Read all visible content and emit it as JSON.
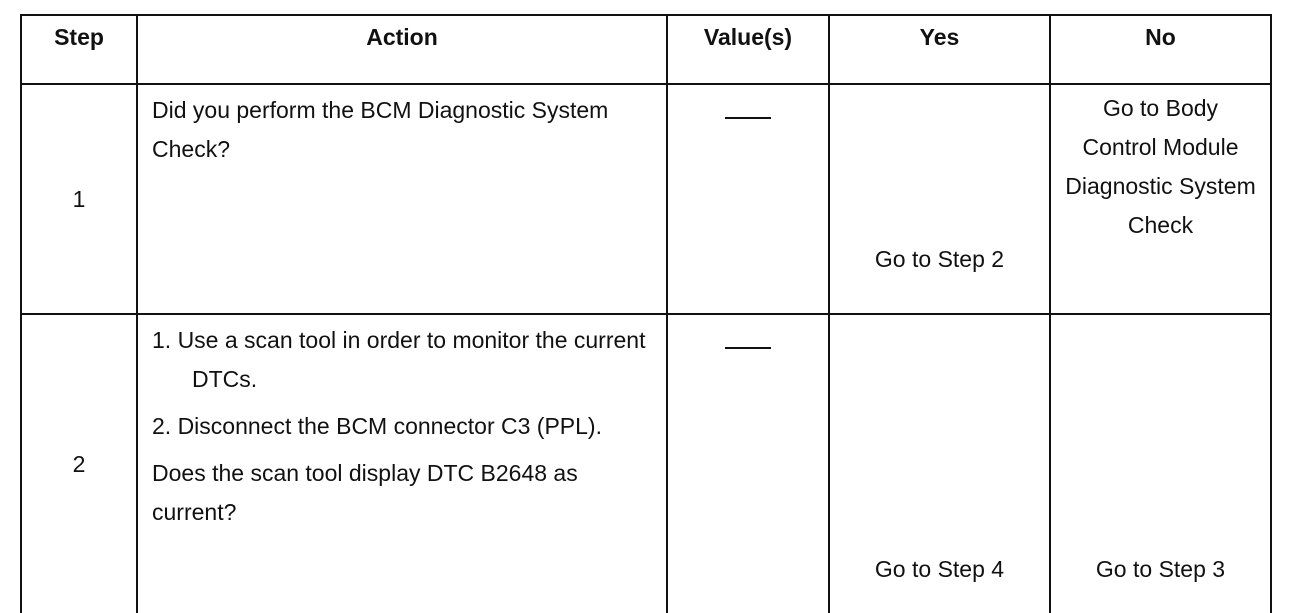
{
  "table": {
    "headers": {
      "step": "Step",
      "action": "Action",
      "values": "Value(s)",
      "yes": "Yes",
      "no": "No"
    },
    "rows": [
      {
        "step": "1",
        "action_question": "Did you perform the BCM Diagnostic System Check?",
        "yes": "Go to Step 2",
        "no": "Go to Body Control Module Diagnostic System Check"
      },
      {
        "step": "2",
        "action_items": [
          "1. Use a scan tool in order to monitor the current DTCs.",
          "2. Disconnect the BCM connector C3 (PPL)."
        ],
        "action_question": "Does the scan tool display DTC B2648 as current?",
        "yes": "Go to Step 4",
        "no": "Go to Step 3"
      }
    ]
  }
}
